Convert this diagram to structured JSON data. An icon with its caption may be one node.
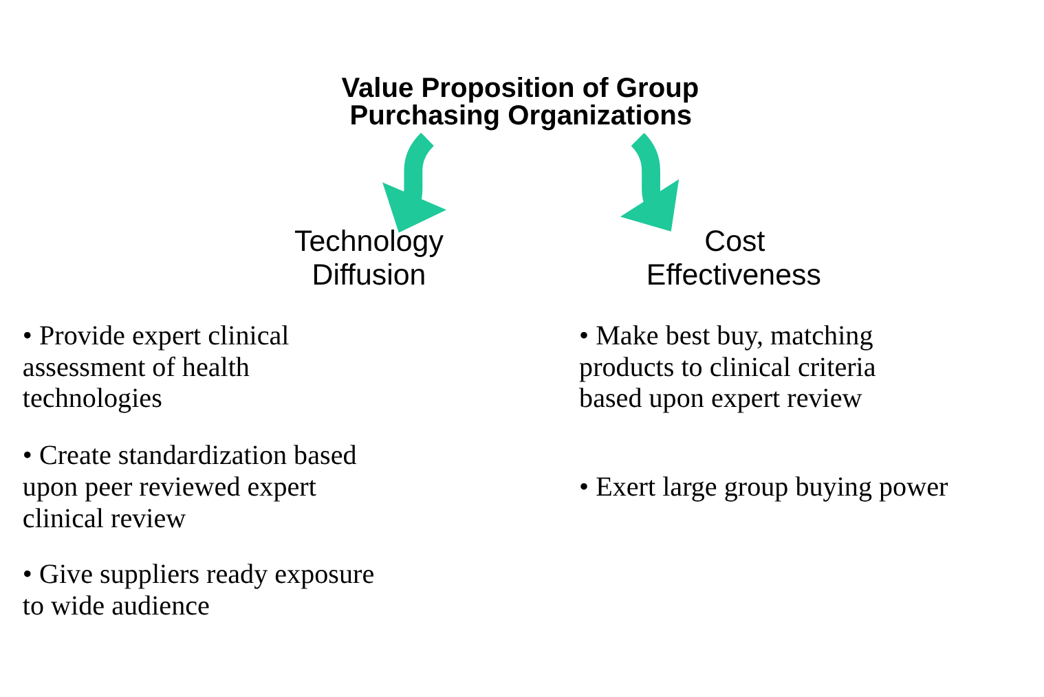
{
  "diagram": {
    "nodes": [
      {
        "text": [
          "Value Proposition of Group Purchasing Organizations"
        ]
      },
      {
        "text": [
          "Technology Diffusion"
        ],
        "beside": [
          "• Provide expert clinical assessment of health technologies",
          "• Create standardization based upon peer reviewed expert clinical review",
          "• Give suppliers ready exposure to wide audience"
        ]
      },
      {
        "text": [
          "Cost Effectiveness"
        ],
        "beside": [
          "• Make best buy, matching products to clinical criteria based upon expert review",
          "• Exert large group buying power"
        ]
      }
    ],
    "edges": [
      {
        "from": 0,
        "to": 1,
        "arrow": "to",
        "color": "#1fc99a"
      },
      {
        "from": 0,
        "to": 2,
        "arrow": "to",
        "color": "#1fc99a"
      }
    ]
  }
}
